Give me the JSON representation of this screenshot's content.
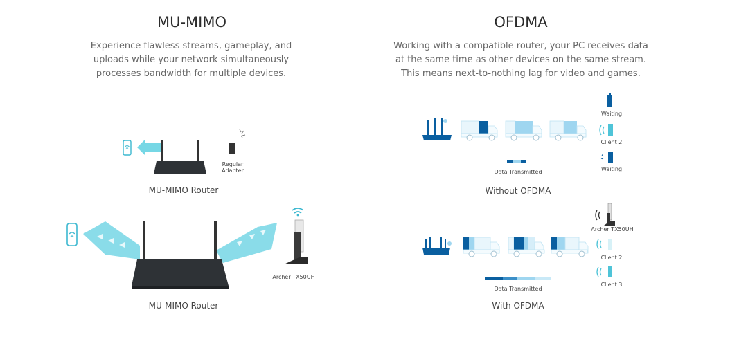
{
  "mumimo": {
    "title": "MU-MIMO",
    "description": "Experience flawless streams, gameplay, and uploads while your network simultaneously processes bandwidth for multiple devices.",
    "regular_adapter_label": "Regular Adapter",
    "router_caption_top": "MU-MIMO Router",
    "archer_label": "Archer TX50UH",
    "router_caption_bottom": "MU-MIMO Router"
  },
  "ofdma": {
    "title": "OFDMA",
    "description": "Working with a compatible router, your PC receives data at the same time as other devices on the same stream. This means next-to-nothing lag for video and games.",
    "without": {
      "waiting_top": "Waiting",
      "client2": "Client 2",
      "waiting_bottom": "Waiting",
      "data_label": "Data Transmitted",
      "caption": "Without OFDMA"
    },
    "with": {
      "archer_label": "Archer TX50UH",
      "client2": "Client 2",
      "client3": "Client 3",
      "data_label": "Data Transmitted",
      "caption": "With OFDMA"
    }
  },
  "colors": {
    "dark_blue": "#0a5fa0",
    "light_blue": "#9fd6f0",
    "teal": "#4fc4d8",
    "router_dark": "#2e3236"
  }
}
